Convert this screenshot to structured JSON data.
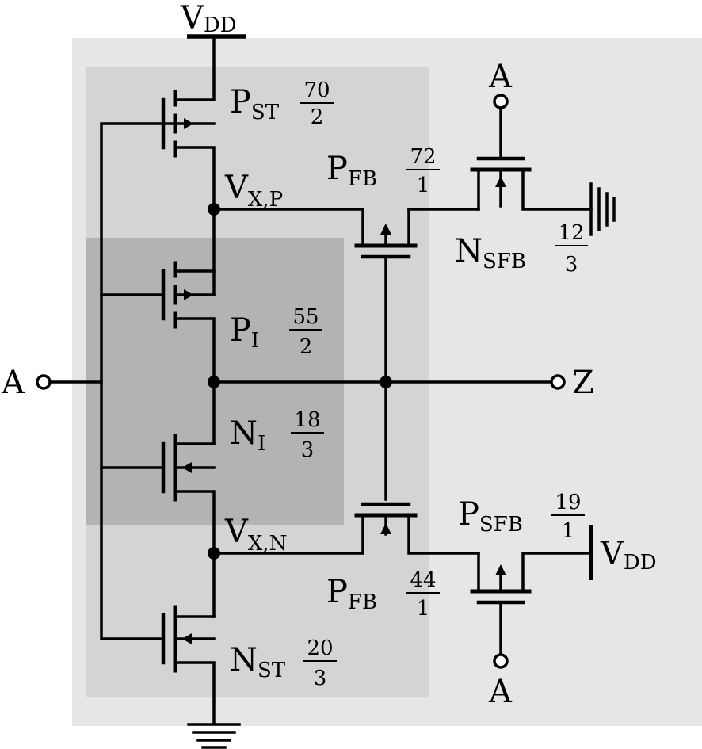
{
  "colors": {
    "outer_box": "#e6e6e6",
    "middle_box": "#d4d4d4",
    "inner_box": "#b3b3b3",
    "wire": "#000000"
  },
  "nodes": {
    "vdd_top": {
      "main": "V",
      "sub": "DD"
    },
    "vdd_right": {
      "main": "V",
      "sub": "DD"
    },
    "vxp": {
      "main": "V",
      "sub": "X,P"
    },
    "vxn": {
      "main": "V",
      "sub": "X,N"
    },
    "input_left": "A",
    "input_top": "A",
    "input_bottom": "A",
    "output": "Z"
  },
  "transistors": {
    "pst": {
      "main": "P",
      "sub": "ST",
      "num": "70",
      "den": "2"
    },
    "pi": {
      "main": "P",
      "sub": "I",
      "num": "55",
      "den": "2"
    },
    "ni": {
      "main": "N",
      "sub": "I",
      "num": "18",
      "den": "3"
    },
    "nst": {
      "main": "N",
      "sub": "ST",
      "num": "20",
      "den": "3"
    },
    "pfb_top": {
      "main": "P",
      "sub": "FB",
      "num": "72",
      "den": "1"
    },
    "pfb_bot": {
      "main": "P",
      "sub": "FB",
      "num": "44",
      "den": "1"
    },
    "nsfb": {
      "main": "N",
      "sub": "SFB",
      "num": "12",
      "den": "3"
    },
    "psfb": {
      "main": "P",
      "sub": "SFB",
      "num": "19",
      "den": "1"
    }
  }
}
